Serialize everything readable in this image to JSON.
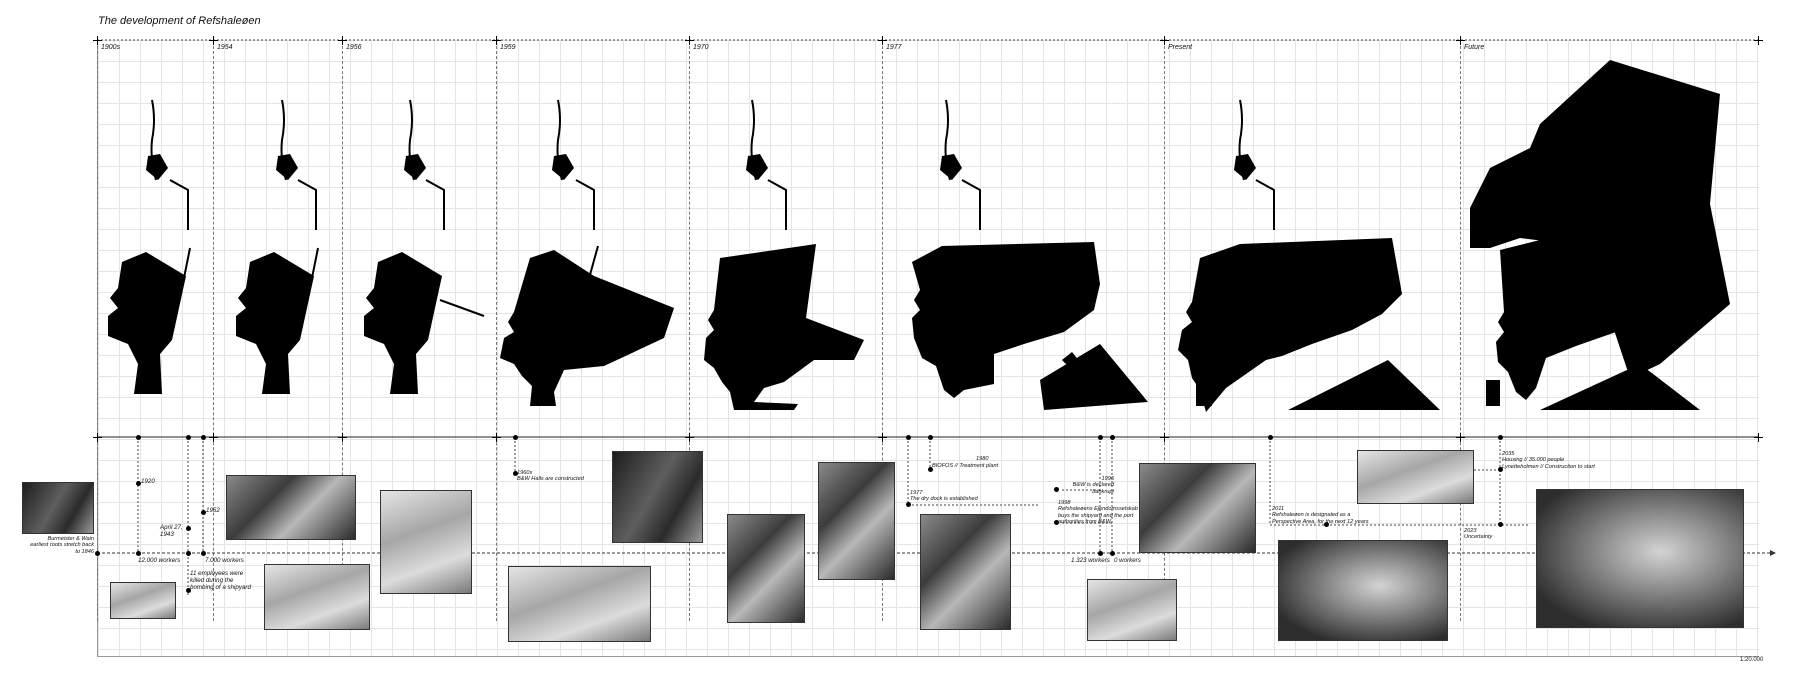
{
  "title": "The development of Refshaleøen",
  "periods": [
    "1900s",
    "1954",
    "1956",
    "1959",
    "1970",
    "1977",
    "Present",
    "Future"
  ],
  "timeline": {
    "burmeister": "Burmeister & Wain\nearliest roots stretch back to 1846",
    "y1920": "1920",
    "april": "April 27,\n1943",
    "y1952": "1952",
    "workers12000": "12.000  workers",
    "workers7000": "7.000 workers",
    "bombing": "11 employees were\nkilled during the\nbombing of a shipyard",
    "hulls": "1960s\nB&W Halls are constructed",
    "y1980": "1980",
    "biofos": "BIOFOS // Treatment plant",
    "drydock": "1977\nThe dry dock is established",
    "bankrupt": "1996\nB&W is declared bankrupt",
    "bought": "1998\nRefshaleøens Ejendomsselskab\nbuys the shipyard and the port\nauthorities from B&W",
    "workers1323": "1.323 workers",
    "workers0": "0 workers",
    "perspective": "2011\nRefshaleøen is designated as a\nPerspective Area, for the next 12 years",
    "uncertainty": "2023\nUncertainty",
    "housing": "2035\nHousing // 35.000 people\nLynetteholmen // Construction to start"
  },
  "scale": "1:20.000"
}
